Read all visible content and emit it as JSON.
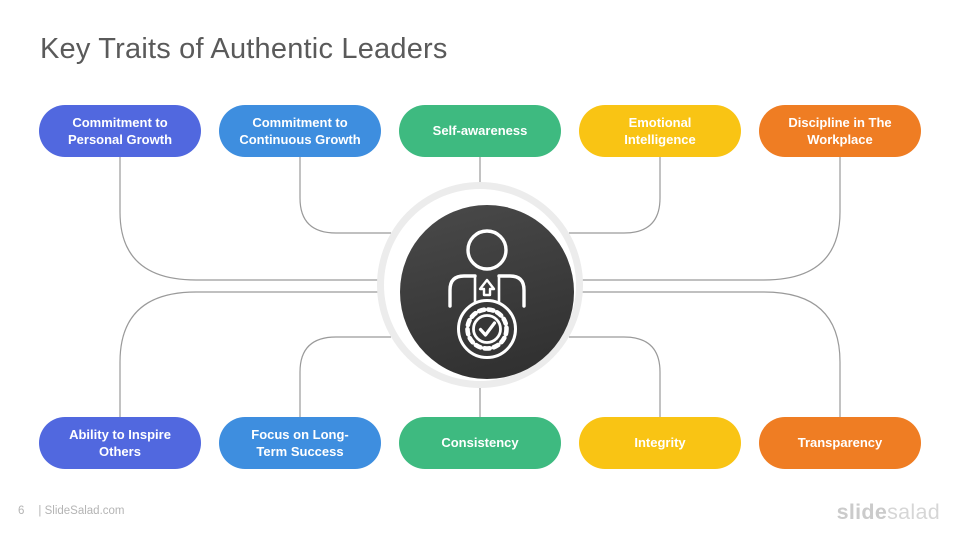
{
  "slide": {
    "title": "Key Traits of Authentic Leaders",
    "page_number": "6",
    "footer_site": "| SlideSalad.com",
    "logo": {
      "bold": "slide",
      "light": "salad"
    }
  },
  "palette": {
    "indigo": "#5168DF",
    "blue": "#3E8EDF",
    "green": "#3EBA80",
    "yellow": "#F9C414",
    "orange": "#EF7D23",
    "connector_line": "#9a9a9a",
    "title_text": "#5a5a5a",
    "hub_ring_outer": "#ececec",
    "hub_dark": "#3d3d3d",
    "pill_text": "#ffffff"
  },
  "center": {
    "icon": "certified-leader-badge-icon"
  },
  "traits": {
    "top": [
      {
        "label": "Commitment to Personal Growth",
        "lines": [
          "Commitment to",
          "Personal Growth"
        ],
        "color": "#5168DF"
      },
      {
        "label": "Commitment to Continuous Growth",
        "lines": [
          "Commitment to",
          "Continuous Growth"
        ],
        "color": "#3E8EDF"
      },
      {
        "label": "Self-awareness",
        "lines": [
          "Self-awareness"
        ],
        "color": "#3EBA80"
      },
      {
        "label": "Emotional Intelligence",
        "lines": [
          "Emotional",
          "Intelligence"
        ],
        "color": "#F9C414"
      },
      {
        "label": "Discipline in The Workplace",
        "lines": [
          "Discipline in The",
          "Workplace"
        ],
        "color": "#EF7D23"
      }
    ],
    "bottom": [
      {
        "label": "Ability to Inspire Others",
        "lines": [
          "Ability to Inspire",
          "Others"
        ],
        "color": "#5168DF"
      },
      {
        "label": "Focus on Long-Term Success",
        "lines": [
          "Focus on Long-",
          "Term Success"
        ],
        "color": "#3E8EDF"
      },
      {
        "label": "Consistency",
        "lines": [
          "Consistency"
        ],
        "color": "#3EBA80"
      },
      {
        "label": "Integrity",
        "lines": [
          "Integrity"
        ],
        "color": "#F9C414"
      },
      {
        "label": "Transparency",
        "lines": [
          "Transparency"
        ],
        "color": "#EF7D23"
      }
    ]
  }
}
